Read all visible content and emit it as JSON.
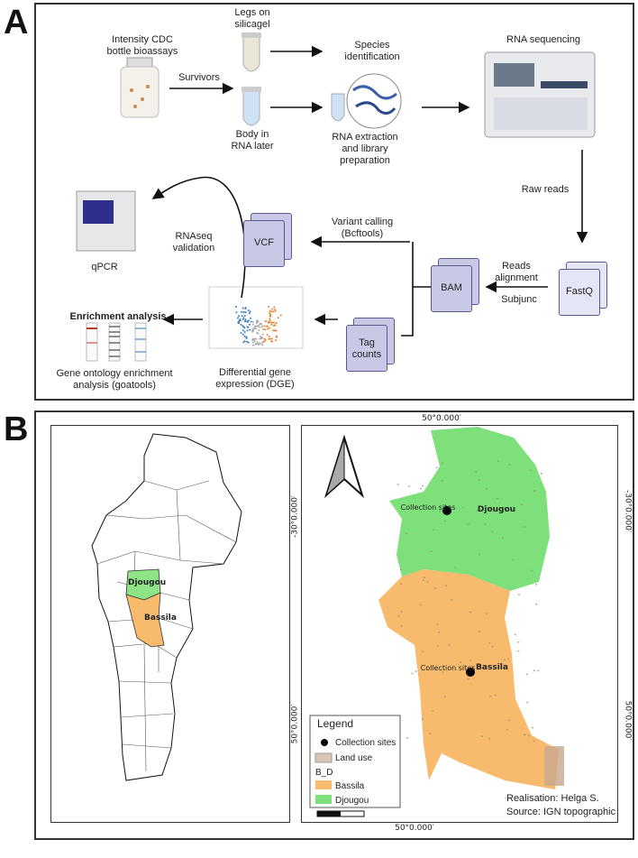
{
  "panel_a": {
    "letter": "A",
    "bioassay": "Intensity CDC\nbottle bioassays",
    "survivors": "Survivors",
    "legs": "Legs on\nsilicagel",
    "body": "Body in\nRNA later",
    "species": "Species\nidentification",
    "extraction": "RNA extraction\nand library\npreparation",
    "sequencing": "RNA sequencing",
    "raw_reads": "Raw reads",
    "fastq": "FastQ",
    "reads_alignment": "Reads\nalignment",
    "subjunc": "Subjunc",
    "bam": "BAM",
    "variant_calling": "Variant calling\n(Bcftools)",
    "vcf": "VCF",
    "tag_counts": "Tag\ncounts",
    "rnaseq_validation": "RNAseq\nvalidation",
    "qpcr": "qPCR",
    "dge": "Differential gene\nexpression (DGE)",
    "enrichment_title": "Enrichment analysis",
    "goatools": "Gene ontology enrichment\nanalysis (goatools)"
  },
  "panel_b": {
    "letter": "B",
    "left_map": {
      "djougou": "Djougou",
      "bassila": "Bassila"
    },
    "right_map": {
      "coord_top": "50°0.000′",
      "coord_bottom": "50°0.000′",
      "coord_right_upper": "-30°0.000′",
      "coord_right_lower": "50°0.000′",
      "coord_left_upper": "-30°0.000′",
      "coord_left_lower": "50°0.000′",
      "djougou": "Djougou",
      "bassila": "Bassila",
      "collection_site_1": "Collection sites",
      "collection_site_2": "Collection sites",
      "legend": {
        "title": "Legend",
        "collection_sites": "Collection sites",
        "land_use": "Land use",
        "group": "B_D",
        "bassila": "Bassila",
        "djougou": "Djougou"
      },
      "realisation": "Realisation: Helga S.",
      "source": "Source: IGN topographic"
    }
  },
  "colors": {
    "djougou": "#7ee07a",
    "bassila": "#f8bb6e",
    "doc": "#c7c9e6",
    "blue_points": "#3a7cc4",
    "orange_points": "#e8822a"
  }
}
